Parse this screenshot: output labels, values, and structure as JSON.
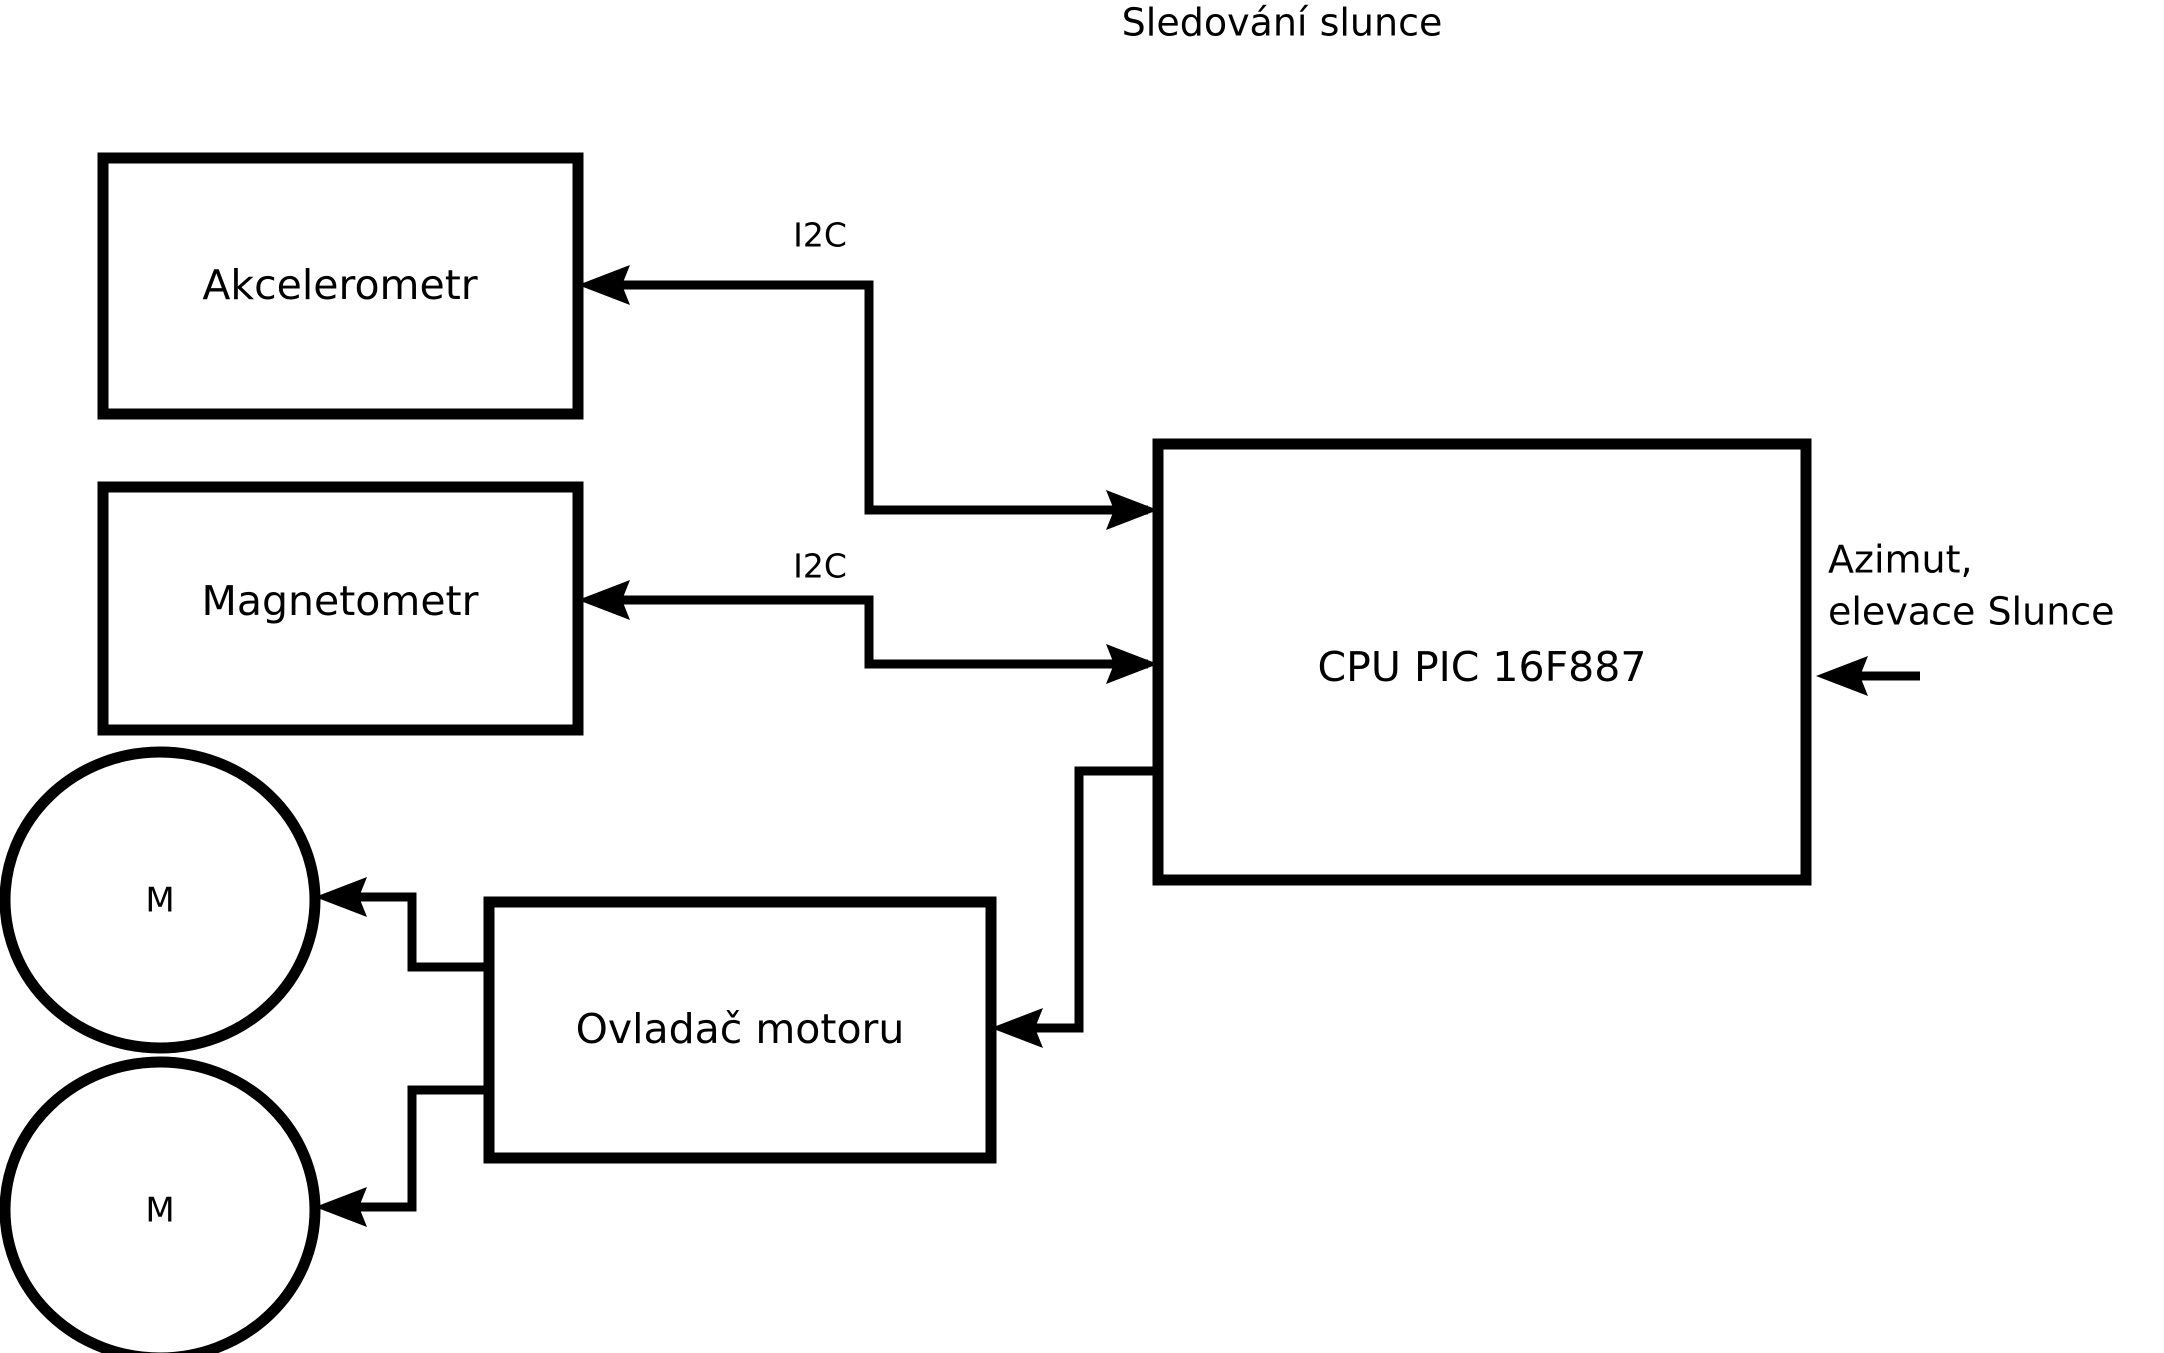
{
  "title": "Sledování slunce",
  "diagram": {
    "nodes": [
      {
        "id": "accelerometer",
        "label": "Akcelerometr",
        "shape": "rect"
      },
      {
        "id": "magnetometer",
        "label": "Magnetometr",
        "shape": "rect"
      },
      {
        "id": "cpu",
        "label": "CPU PIC 16F887",
        "shape": "rect"
      },
      {
        "id": "motor-driver",
        "label": "Ovladač motoru",
        "shape": "rect"
      },
      {
        "id": "motor-1",
        "label": "M",
        "shape": "circle"
      },
      {
        "id": "motor-2",
        "label": "M",
        "shape": "circle"
      }
    ],
    "edge_labels": {
      "i2c_accelerometer": "I2C",
      "i2c_magnetometer": "I2C"
    },
    "io_label": {
      "line1": "Azimut,",
      "line2": "elevace Slunce"
    },
    "colors": {
      "stroke": "#000000",
      "fill": "#ffffff",
      "text": "#000000"
    }
  }
}
